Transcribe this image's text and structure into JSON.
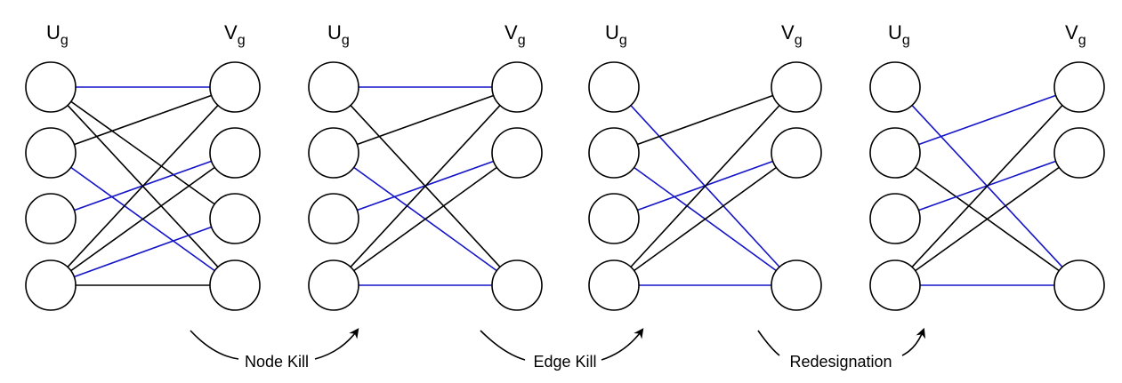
{
  "colors": {
    "highlight": "#1414c8",
    "normal": "#000000",
    "node_stroke": "#000000",
    "node_fill": "#ffffff"
  },
  "set_labels": {
    "u_main": "U",
    "u_sub": "g",
    "v_main": "V",
    "v_sub": "g"
  },
  "transitions": [
    {
      "label": "Node Kill"
    },
    {
      "label": "Edge Kill"
    },
    {
      "label": "Redesignation"
    }
  ],
  "graphs": [
    {
      "u_nodes": 4,
      "v_nodes": 4,
      "edges": [
        {
          "u": 0,
          "v": 0,
          "highlight": true
        },
        {
          "u": 0,
          "v": 2,
          "highlight": false
        },
        {
          "u": 0,
          "v": 3,
          "highlight": false
        },
        {
          "u": 1,
          "v": 0,
          "highlight": false
        },
        {
          "u": 1,
          "v": 3,
          "highlight": true
        },
        {
          "u": 2,
          "v": 1,
          "highlight": true
        },
        {
          "u": 3,
          "v": 0,
          "highlight": false
        },
        {
          "u": 3,
          "v": 1,
          "highlight": false
        },
        {
          "u": 3,
          "v": 2,
          "highlight": true
        },
        {
          "u": 3,
          "v": 3,
          "highlight": false
        }
      ]
    },
    {
      "u_nodes": 4,
      "v_nodes": 3,
      "edges": [
        {
          "u": 0,
          "v": 0,
          "highlight": true
        },
        {
          "u": 0,
          "v": 2,
          "highlight": false
        },
        {
          "u": 1,
          "v": 0,
          "highlight": false
        },
        {
          "u": 1,
          "v": 2,
          "highlight": true
        },
        {
          "u": 2,
          "v": 1,
          "highlight": true
        },
        {
          "u": 3,
          "v": 0,
          "highlight": false
        },
        {
          "u": 3,
          "v": 1,
          "highlight": false
        },
        {
          "u": 3,
          "v": 2,
          "highlight": true
        }
      ]
    },
    {
      "u_nodes": 4,
      "v_nodes": 3,
      "edges": [
        {
          "u": 0,
          "v": 2,
          "highlight": true
        },
        {
          "u": 1,
          "v": 0,
          "highlight": false
        },
        {
          "u": 1,
          "v": 2,
          "highlight": true
        },
        {
          "u": 2,
          "v": 1,
          "highlight": true
        },
        {
          "u": 3,
          "v": 0,
          "highlight": false
        },
        {
          "u": 3,
          "v": 1,
          "highlight": false
        },
        {
          "u": 3,
          "v": 2,
          "highlight": true
        }
      ]
    },
    {
      "u_nodes": 4,
      "v_nodes": 3,
      "edges": [
        {
          "u": 0,
          "v": 2,
          "highlight": true
        },
        {
          "u": 1,
          "v": 0,
          "highlight": true
        },
        {
          "u": 1,
          "v": 2,
          "highlight": false
        },
        {
          "u": 2,
          "v": 1,
          "highlight": true
        },
        {
          "u": 3,
          "v": 0,
          "highlight": false
        },
        {
          "u": 3,
          "v": 1,
          "highlight": false
        },
        {
          "u": 3,
          "v": 2,
          "highlight": true
        }
      ]
    }
  ]
}
